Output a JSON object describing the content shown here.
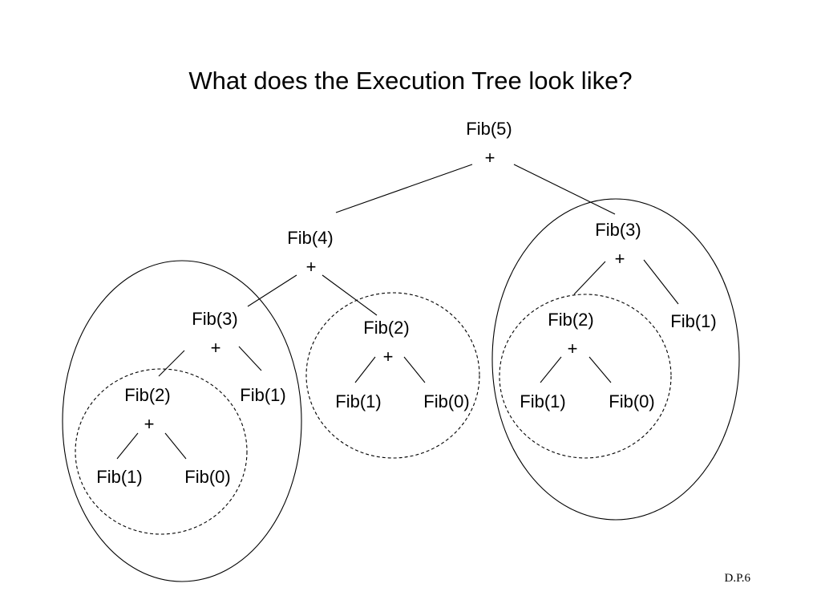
{
  "slide": {
    "title": "What does the Execution Tree look like?",
    "footer": "D.P.6"
  },
  "tree": {
    "operator": "+",
    "nodes": {
      "root": "Fib(5)",
      "left_sub": "Fib(4)",
      "right_sub": "Fib(3)",
      "ll_sub": "Fib(3)",
      "lm_sub": "Fib(2)",
      "lll_sub": "Fib(2)",
      "llr_leaf": "Fib(1)",
      "llll_leaf": "Fib(1)",
      "lllr_leaf": "Fib(0)",
      "lml_leaf": "Fib(1)",
      "lmr_leaf": "Fib(0)",
      "rl_sub": "Fib(2)",
      "rr_leaf": "Fib(1)",
      "rll_leaf": "Fib(1)",
      "rlr_leaf": "Fib(0)"
    }
  }
}
